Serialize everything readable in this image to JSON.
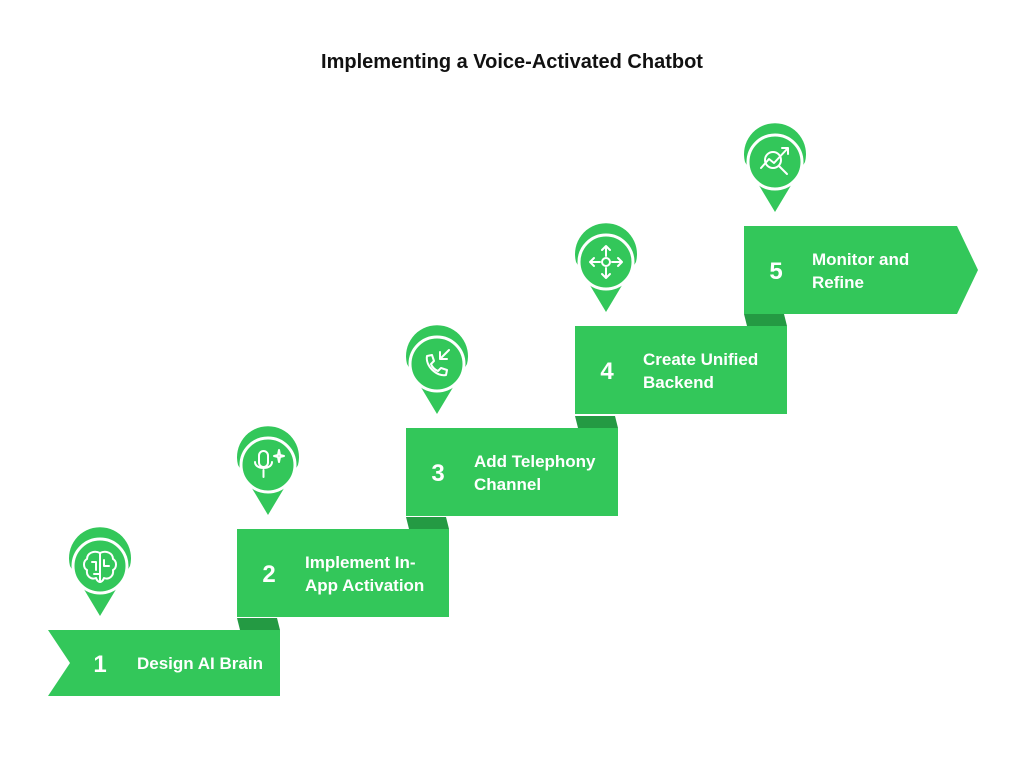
{
  "title": "Implementing a Voice-Activated Chatbot",
  "colors": {
    "block": "#33c75a",
    "fold": "#249a43",
    "icon_stroke": "#ffffff"
  },
  "steps": [
    {
      "number": "1",
      "label_lines": [
        "Design AI Brain"
      ],
      "icon": "brain-circuit-icon"
    },
    {
      "number": "2",
      "label_lines": [
        "Implement In-",
        "App Activation"
      ],
      "icon": "microphone-sparkle-icon"
    },
    {
      "number": "3",
      "label_lines": [
        "Add Telephony",
        "Channel"
      ],
      "icon": "incoming-phone-icon"
    },
    {
      "number": "4",
      "label_lines": [
        "Create Unified",
        "Backend"
      ],
      "icon": "central-hub-arrows-icon"
    },
    {
      "number": "5",
      "label_lines": [
        "Monitor and",
        "Refine"
      ],
      "icon": "trend-magnifier-icon"
    }
  ]
}
